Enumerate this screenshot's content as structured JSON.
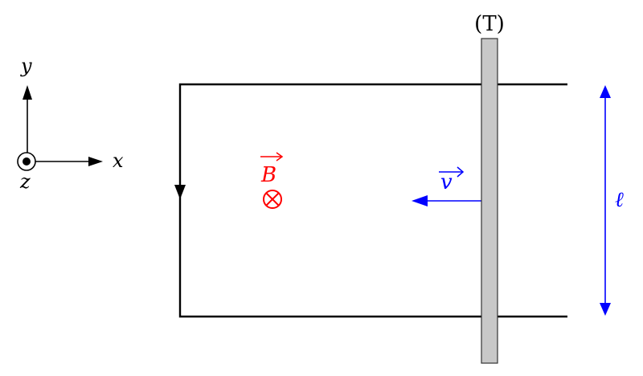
{
  "axes": {
    "y_label": "y",
    "x_label": "x",
    "z_label": "z",
    "z_symbol": "out-of-page-dot"
  },
  "field": {
    "label": "B",
    "vector_arrow": true,
    "symbol": "into-page-cross",
    "color": "#ff0000"
  },
  "velocity": {
    "label": "v",
    "vector_arrow": true,
    "direction": "left",
    "color": "#0000ff"
  },
  "bar": {
    "label": "(T)",
    "fill": "#c8c8c8",
    "stroke": "#333333"
  },
  "rails": {
    "color": "#000000",
    "current_arrow_direction": "down"
  },
  "length": {
    "label": "ℓ",
    "color": "#0000ff"
  }
}
